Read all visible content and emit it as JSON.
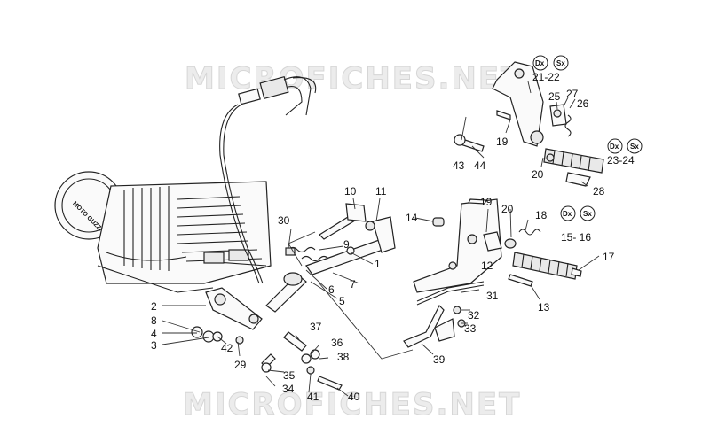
{
  "watermark": {
    "text": "MICROFICHES.NET"
  },
  "engine_badge": {
    "text": "MOTO GUZZI"
  },
  "side_markers": {
    "right": "Dx",
    "left": "Sx"
  },
  "labels": {
    "l1": "1",
    "l2": "2",
    "l3": "3",
    "l4": "4",
    "l5": "5",
    "l6": "6",
    "l7": "7",
    "l8": "8",
    "l9": "9",
    "l10": "10",
    "l11": "11",
    "l12": "12",
    "l13": "13",
    "l14": "14",
    "l15_16": "15- 16",
    "l17": "17",
    "l18": "18",
    "l19a": "19",
    "l19b": "19",
    "l20a": "20",
    "l20b": "20",
    "l21_22": "21-22",
    "l23_24": "23-24",
    "l25": "25",
    "l26": "26",
    "l27": "27",
    "l28": "28",
    "l29": "29",
    "l30": "30",
    "l31": "31",
    "l32": "32",
    "l33": "33",
    "l34": "34",
    "l35": "35",
    "l36": "36",
    "l37": "37",
    "l38": "38",
    "l39": "39",
    "l40": "40",
    "l41": "41",
    "l42": "42",
    "l43": "43",
    "l44": "44"
  }
}
